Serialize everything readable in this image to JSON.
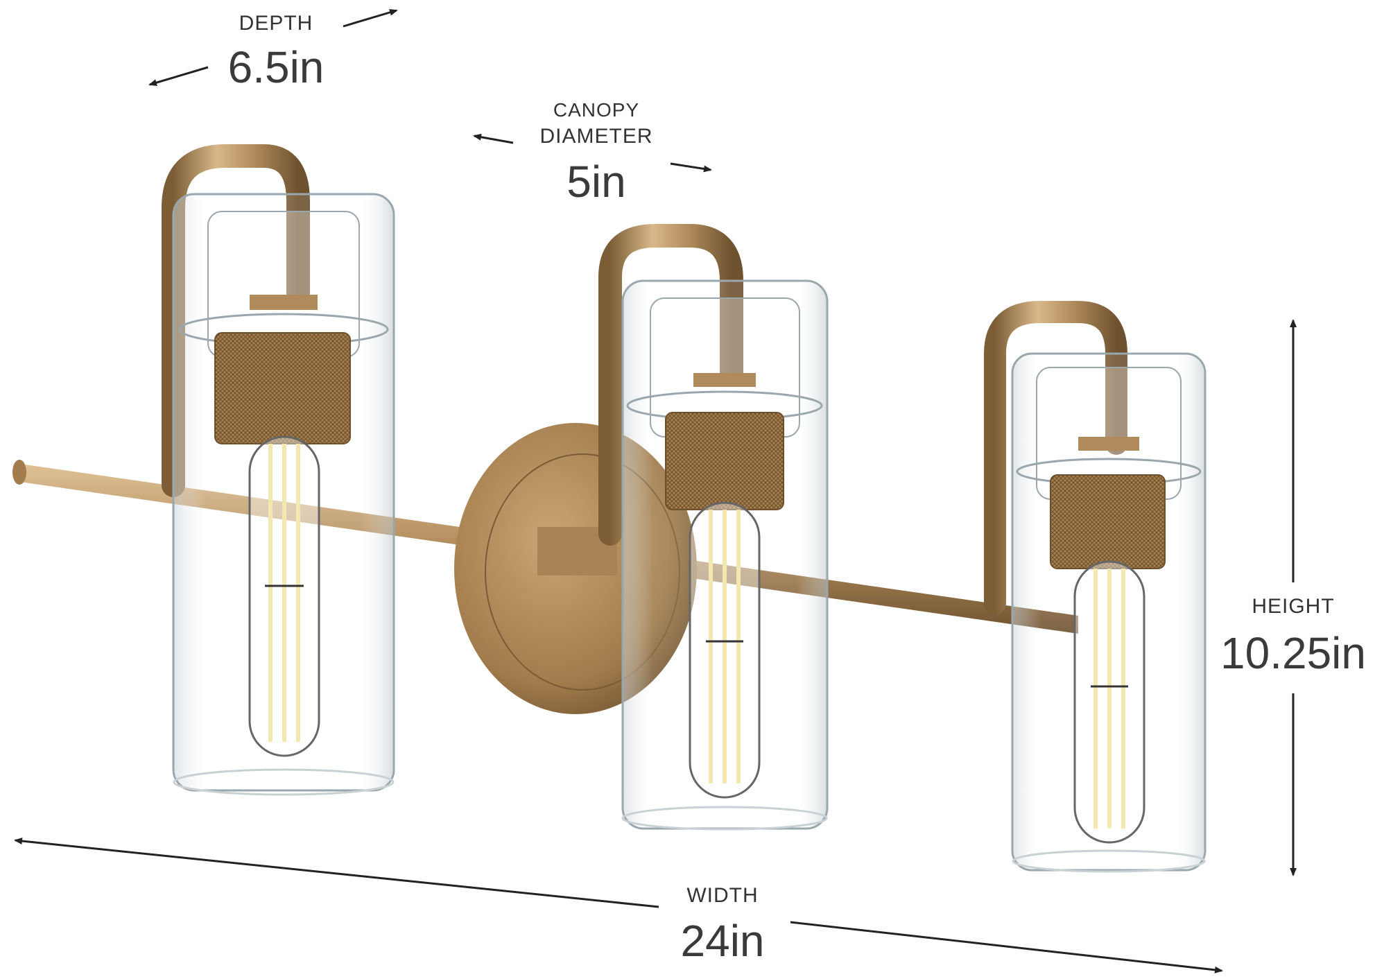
{
  "dimensions": {
    "depth": {
      "label": "DEPTH",
      "value": "6.5in"
    },
    "canopy": {
      "label_line1": "CANOPY",
      "label_line2": "DIAMETER",
      "value": "5in"
    },
    "height": {
      "label": "HEIGHT",
      "value": "10.25in"
    },
    "width": {
      "label": "WIDTH",
      "value": "24in"
    }
  },
  "colors": {
    "brass": "#b08a5a",
    "brass_dark": "#7d5d35",
    "brass_light": "#d8b88a",
    "glass_edge": "#9aa7ad",
    "filament": "#f3e9b0",
    "arrow": "#222222",
    "background": "#ffffff"
  },
  "icons": [
    "fixture-illustration",
    "arrow-icon"
  ]
}
